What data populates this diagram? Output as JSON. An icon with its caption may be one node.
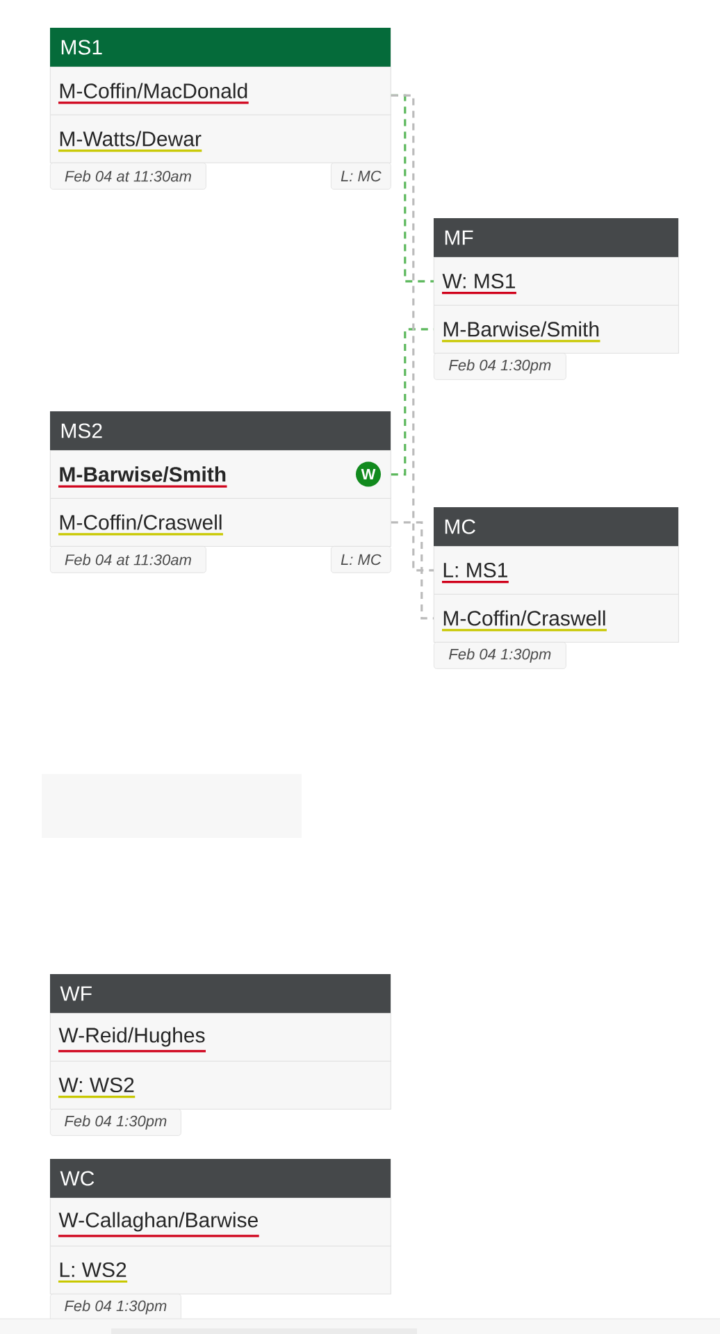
{
  "diagram": {
    "nodes": [
      {
        "text": [
          "MS1"
        ]
      },
      {
        "text": [
          "M-Coffin/MacDonald"
        ],
        "in": 0
      },
      {
        "text": [
          "M-Watts/Dewar"
        ],
        "in": 0
      },
      {
        "text": [
          "Feb 04 at 11:30am"
        ]
      },
      {
        "text": [
          "L: MC"
        ]
      },
      {
        "text": [
          "MF"
        ]
      },
      {
        "text": [
          "W: MS1"
        ],
        "in": 5
      },
      {
        "text": [
          "M-Barwise/Smith"
        ],
        "in": 5
      },
      {
        "text": [
          "Feb 04 1:30pm"
        ]
      },
      {
        "text": [
          "MS2"
        ]
      },
      {
        "text": [
          "M-Barwise/Smith"
        ],
        "in": 9
      },
      {
        "text": [
          "W"
        ],
        "in": 10
      },
      {
        "text": [
          "M-Coffin/Craswell"
        ],
        "in": 9
      },
      {
        "text": [
          "Feb 04 at 11:30am"
        ]
      },
      {
        "text": [
          "L: MC"
        ]
      },
      {
        "text": [
          "MC"
        ]
      },
      {
        "text": [
          "L: MS1"
        ],
        "in": 15
      },
      {
        "text": [
          "M-Coffin/Craswell"
        ],
        "in": 15
      },
      {
        "text": [
          "Feb 04 1:30pm"
        ]
      },
      {
        "text": [
          "WF"
        ]
      },
      {
        "text": [
          "W-Reid/Hughes"
        ],
        "in": 19
      },
      {
        "text": [
          "W: WS2"
        ],
        "in": 19
      },
      {
        "text": [
          "Feb 04 1:30pm"
        ]
      },
      {
        "text": [
          "WC"
        ]
      },
      {
        "text": [
          "W-Callaghan/Barwise"
        ],
        "in": 23
      },
      {
        "text": [
          "L: WS2"
        ],
        "in": 23
      },
      {
        "text": [
          "Feb 04 1:30pm"
        ]
      }
    ],
    "edges": [
      {
        "from": 0,
        "to": 6,
        "arrow": "none",
        "style": "dashed",
        "color": "#5cb85c"
      },
      {
        "from": 10,
        "to": 7,
        "arrow": "none",
        "style": "dashed",
        "color": "#5cb85c"
      },
      {
        "from": 0,
        "to": 16,
        "arrow": "none",
        "style": "dashed",
        "color": "#bbbbbb"
      },
      {
        "from": 12,
        "to": 17,
        "arrow": "none",
        "style": "dashed",
        "color": "#bbbbbb"
      }
    ]
  }
}
